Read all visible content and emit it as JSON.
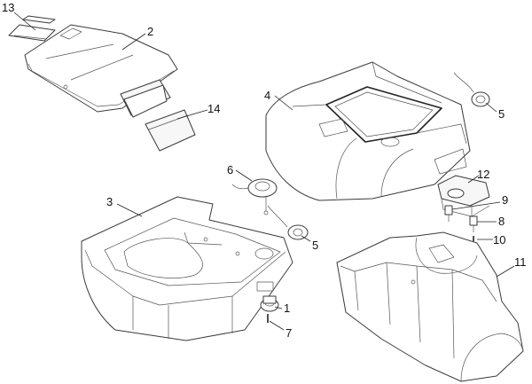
{
  "callouts": {
    "p13": "13",
    "p2": "2",
    "p14": "14",
    "p4": "4",
    "p5a": "5",
    "p6": "6",
    "p3": "3",
    "p5b": "5",
    "p12": "12",
    "p9": "9",
    "p8": "8",
    "p10": "10",
    "p11": "11",
    "p1": "1",
    "p7": "7"
  }
}
